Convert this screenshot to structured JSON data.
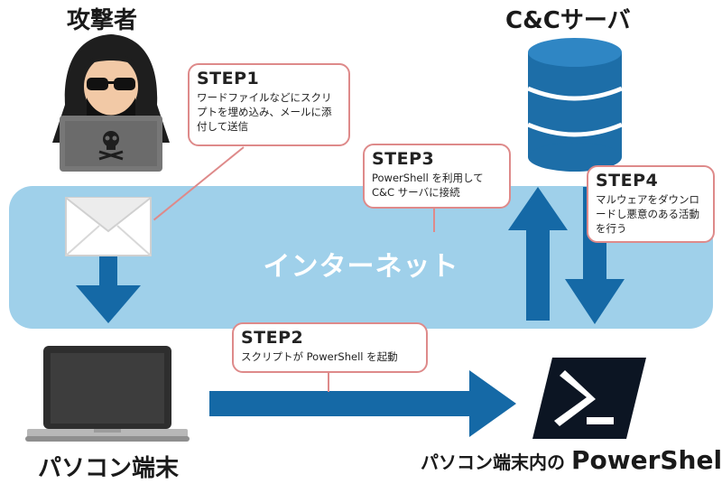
{
  "titles": {
    "attacker": "攻撃者",
    "server": "C&Cサーバ",
    "pc": "パソコン端末",
    "ps_caption_prefix": "パソコン端末内の",
    "ps_caption_main": "PowerShell"
  },
  "internet_label": "インターネット",
  "steps": [
    {
      "head": "STEP1",
      "body": "ワードファイルなどにスクリプトを埋め込み、メールに添付して送信"
    },
    {
      "head": "STEP2",
      "body": "スクリプトが PowerShell を起動"
    },
    {
      "head": "STEP3",
      "body": "PowerShell を利用して C&C サーバに接続"
    },
    {
      "head": "STEP4",
      "body": "マルウェアをダウンロードし悪意のある活動を行う"
    }
  ],
  "colors": {
    "band": "#9fd0ea",
    "arrow": "#1569a6",
    "callout_border": "#de8a8a",
    "server": "#1d6ea8"
  }
}
